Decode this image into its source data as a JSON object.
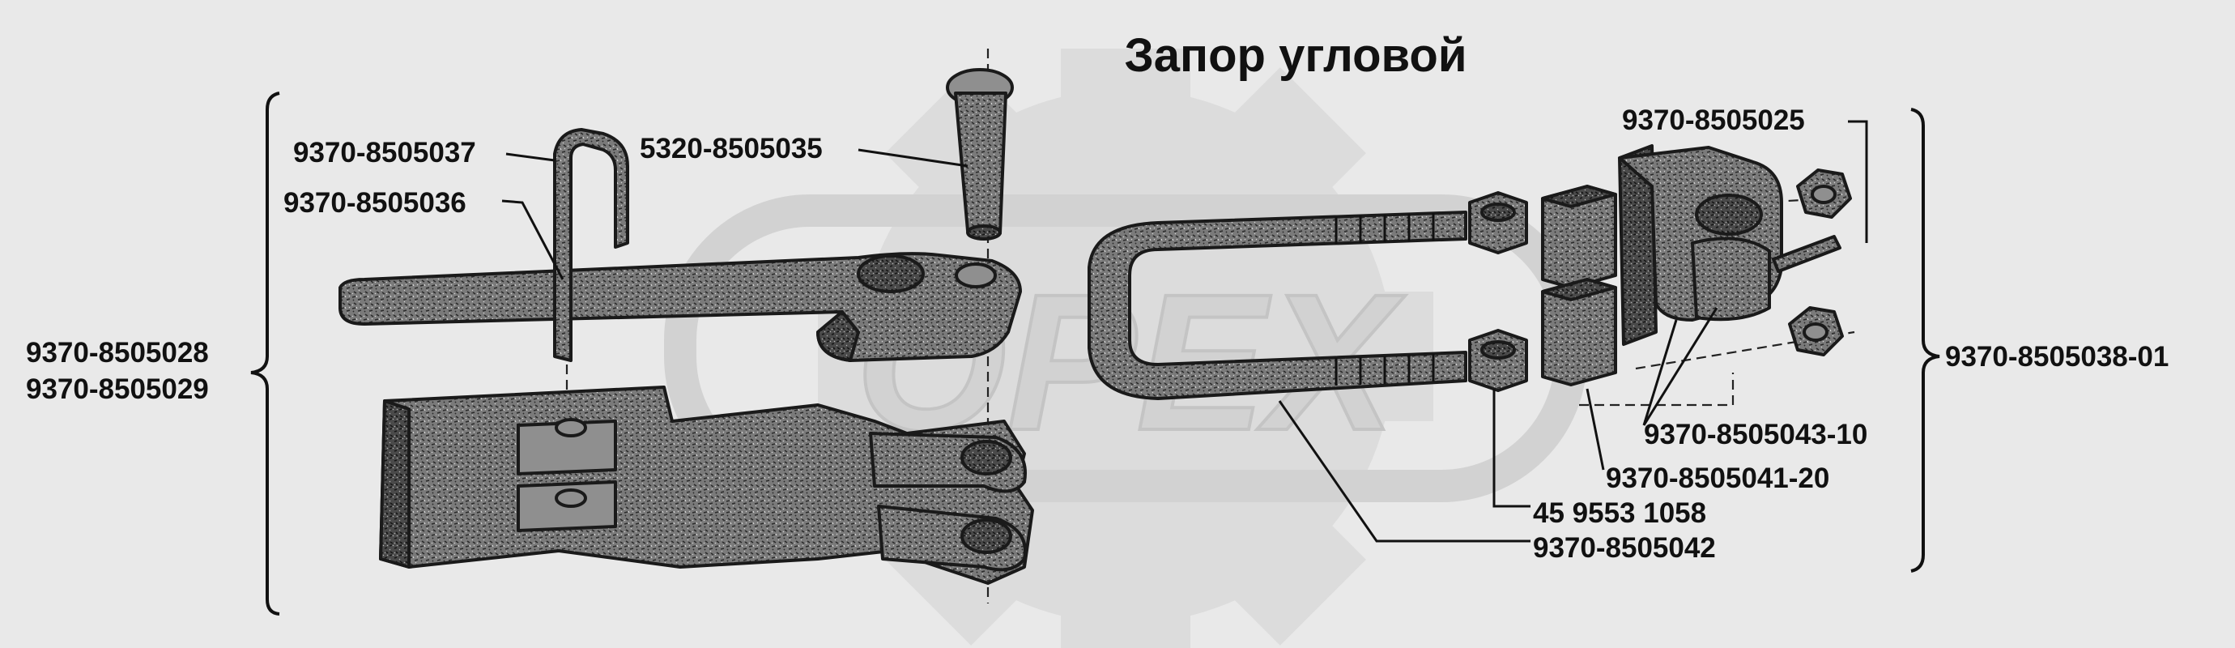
{
  "title": "Запор угловой",
  "watermark": "OPEX",
  "labels": {
    "p5037": "9370-8505037",
    "p5036": "9370-8505036",
    "p5035": "5320-8505035",
    "p5025": "9370-8505025",
    "assembly_left_1": "9370-8505028",
    "assembly_left_2": "9370-8505029",
    "assembly_right": "9370-8505038-01",
    "p5043": "9370-8505043-10",
    "p5041": "9370-8505041-20",
    "nut": "45 9553 1058",
    "p5042": "9370-8505042"
  },
  "colors": {
    "background": "#e9e9e9",
    "ink": "#111111",
    "watermark": "#d6d6d6"
  }
}
